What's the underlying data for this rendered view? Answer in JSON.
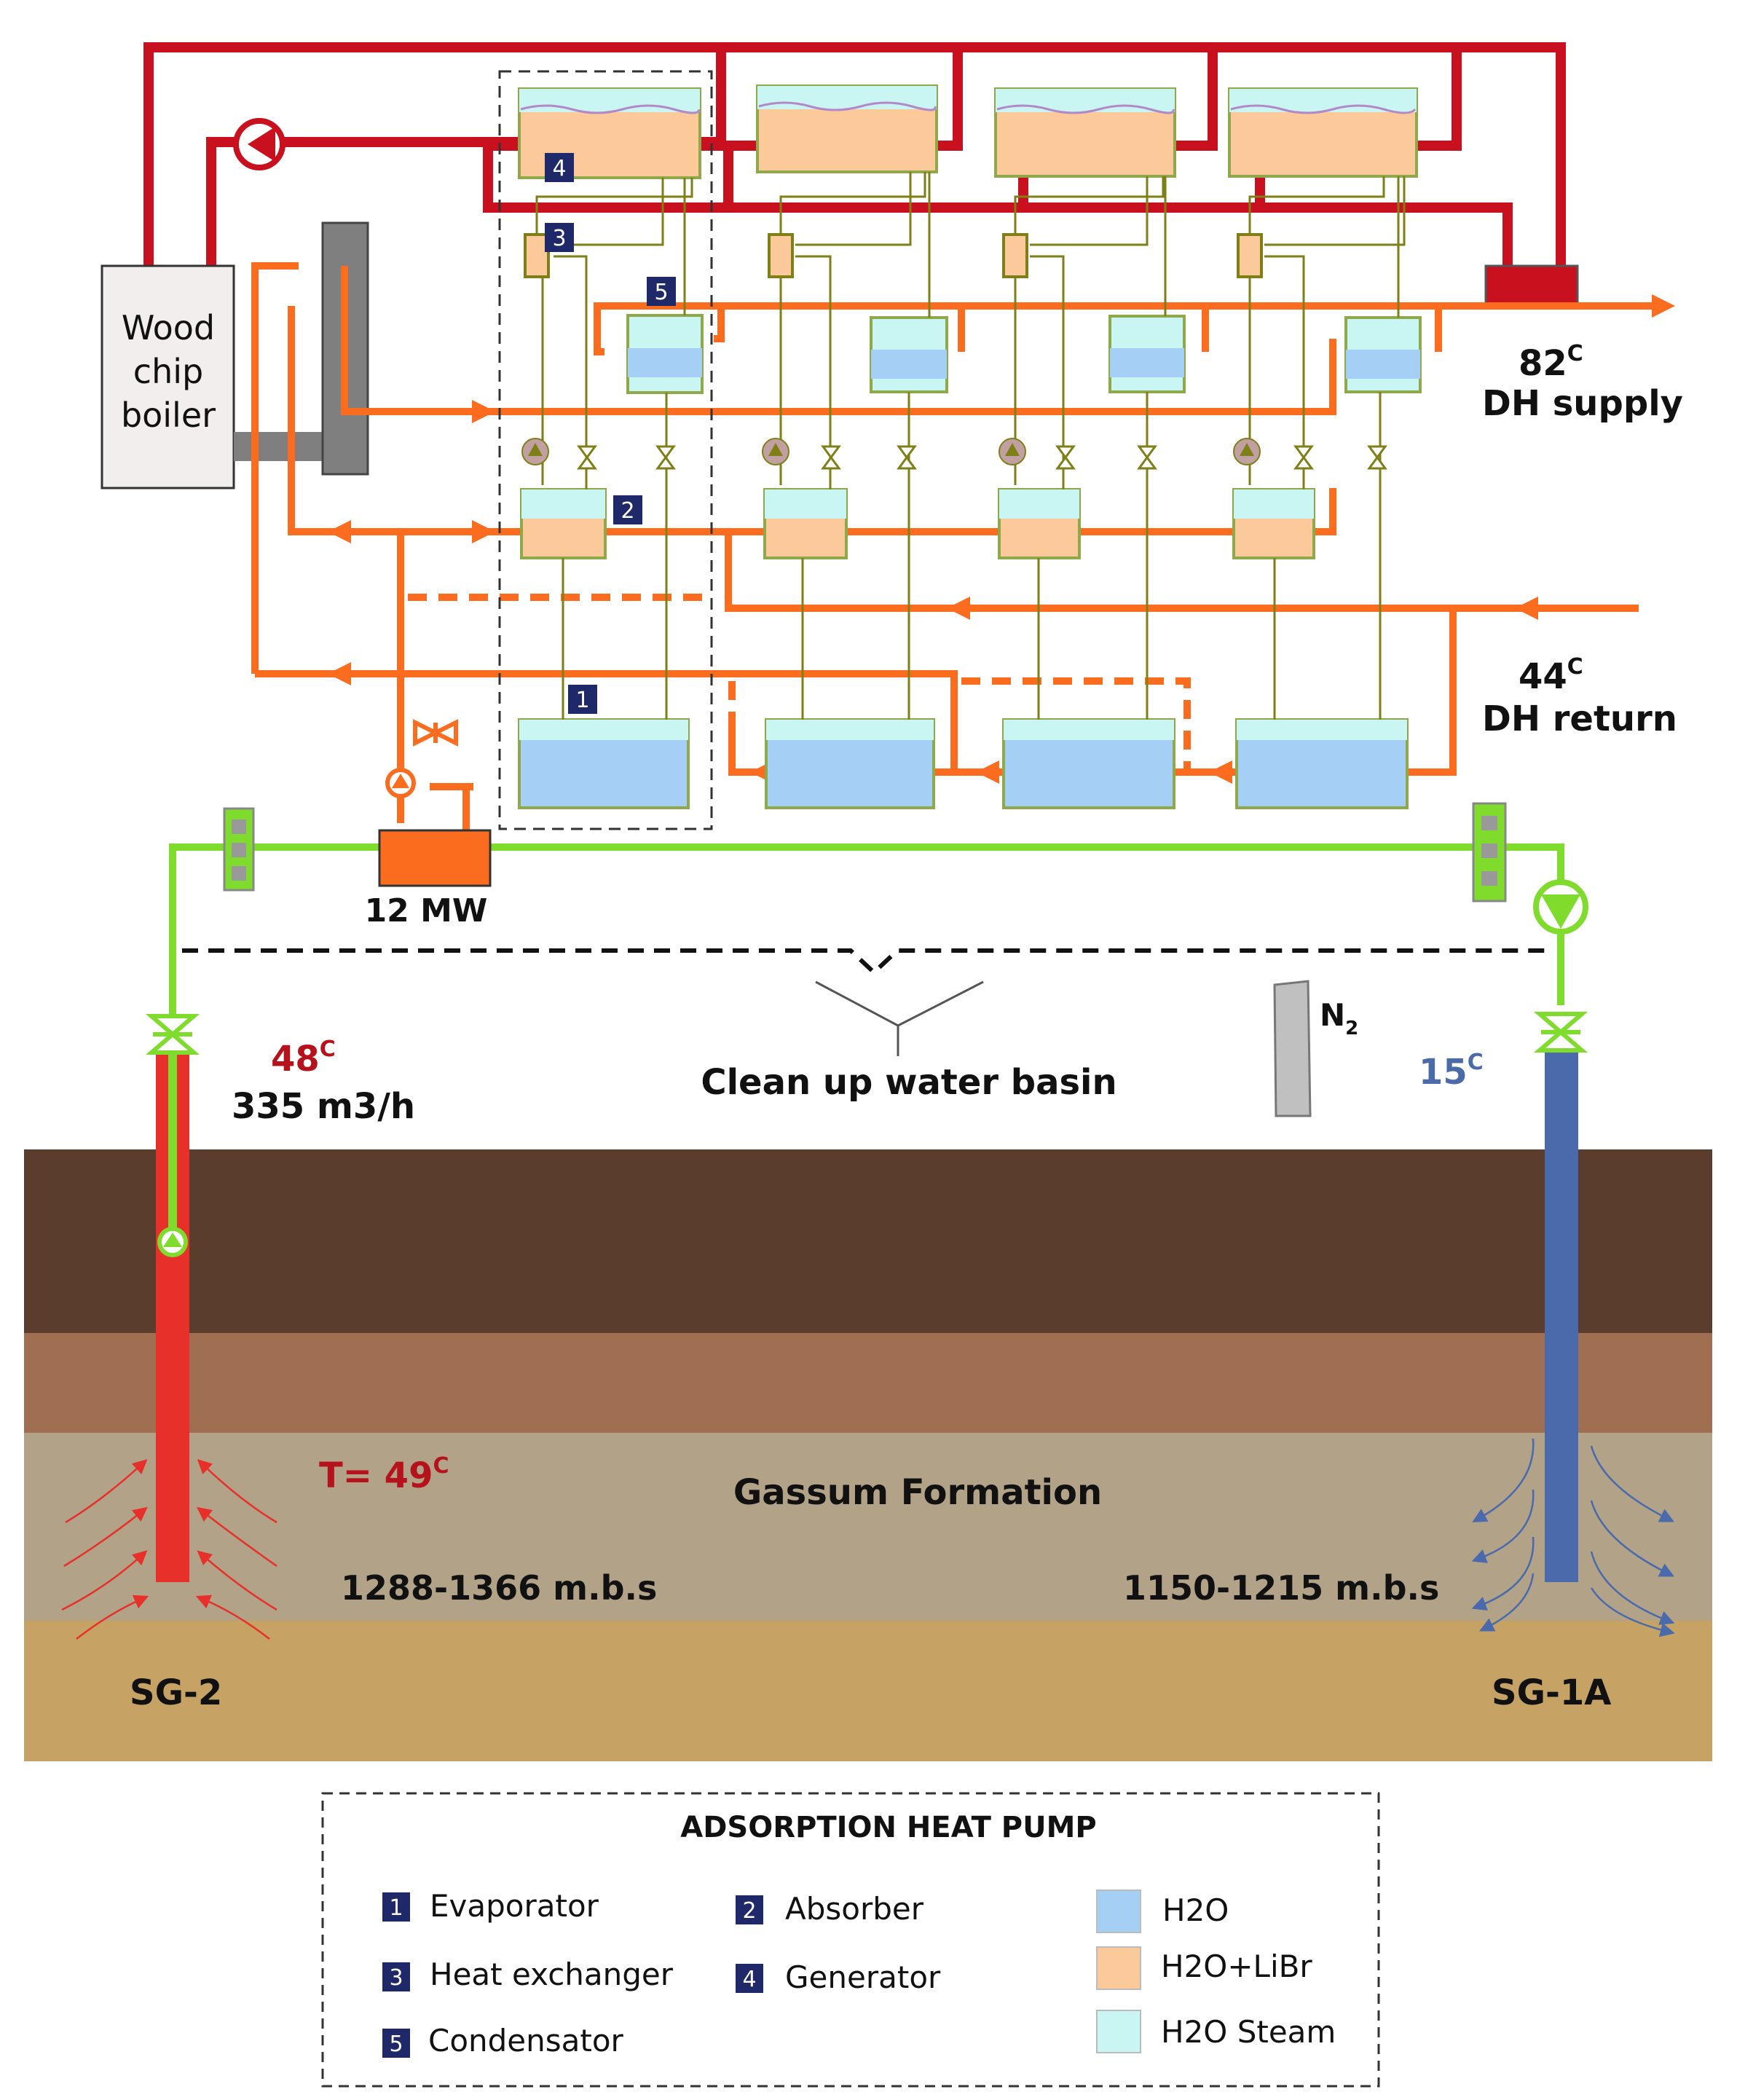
{
  "boiler": {
    "label_lines": [
      "Wood",
      "chip",
      "boiler"
    ]
  },
  "dh_supply": {
    "temp": "82",
    "temp_unit": "C",
    "label": "DH supply"
  },
  "dh_return": {
    "temp": "44",
    "temp_unit": "C",
    "label": "DH return"
  },
  "power": {
    "label": "12 MW"
  },
  "well_sg2": {
    "name": "SG-2",
    "temp": "48",
    "temp_unit": "C",
    "flow": "335 m3/h",
    "reservoir_temp_prefix": "T= 49",
    "reservoir_temp_unit": "C",
    "depth": "1288-1366 m.b.s"
  },
  "well_sg1a": {
    "name": "SG-1A",
    "temp": "15",
    "temp_unit": "C",
    "depth": "1150-1215 m.b.s"
  },
  "basin": {
    "label": "Clean up water basin"
  },
  "nitrogen": {
    "label": "N",
    "subscript": "2"
  },
  "formation": {
    "label": "Gassum Formation"
  },
  "unit_badges": [
    "1",
    "2",
    "3",
    "4",
    "5"
  ],
  "legend": {
    "title": "ADSORPTION HEAT PUMP",
    "components": [
      {
        "num": "1",
        "label": "Evaporator"
      },
      {
        "num": "2",
        "label": "Absorber"
      },
      {
        "num": "3",
        "label": "Heat exchanger"
      },
      {
        "num": "4",
        "label": "Generator"
      },
      {
        "num": "5",
        "label": "Condensator"
      }
    ],
    "fluids": [
      {
        "label": "H2O",
        "color": "#a6cff5"
      },
      {
        "label": "H2O+LiBr",
        "color": "#fbc99a"
      },
      {
        "label": "H2O Steam",
        "color": "#c9f5f2"
      }
    ]
  },
  "colors": {
    "hot_loop": "#c8101e",
    "dh_loop": "#fb6c1e",
    "geo_loop": "#7fdc2c",
    "internal": "#7f7f18",
    "badge": "#1f2869",
    "hot_well": "#e8302a",
    "cold_well": "#4a6aab",
    "ground_top": "#5b3d2e",
    "ground_mid": "#a06e50",
    "formation": "#b2a288",
    "ground_bottom": "#c6a265"
  }
}
